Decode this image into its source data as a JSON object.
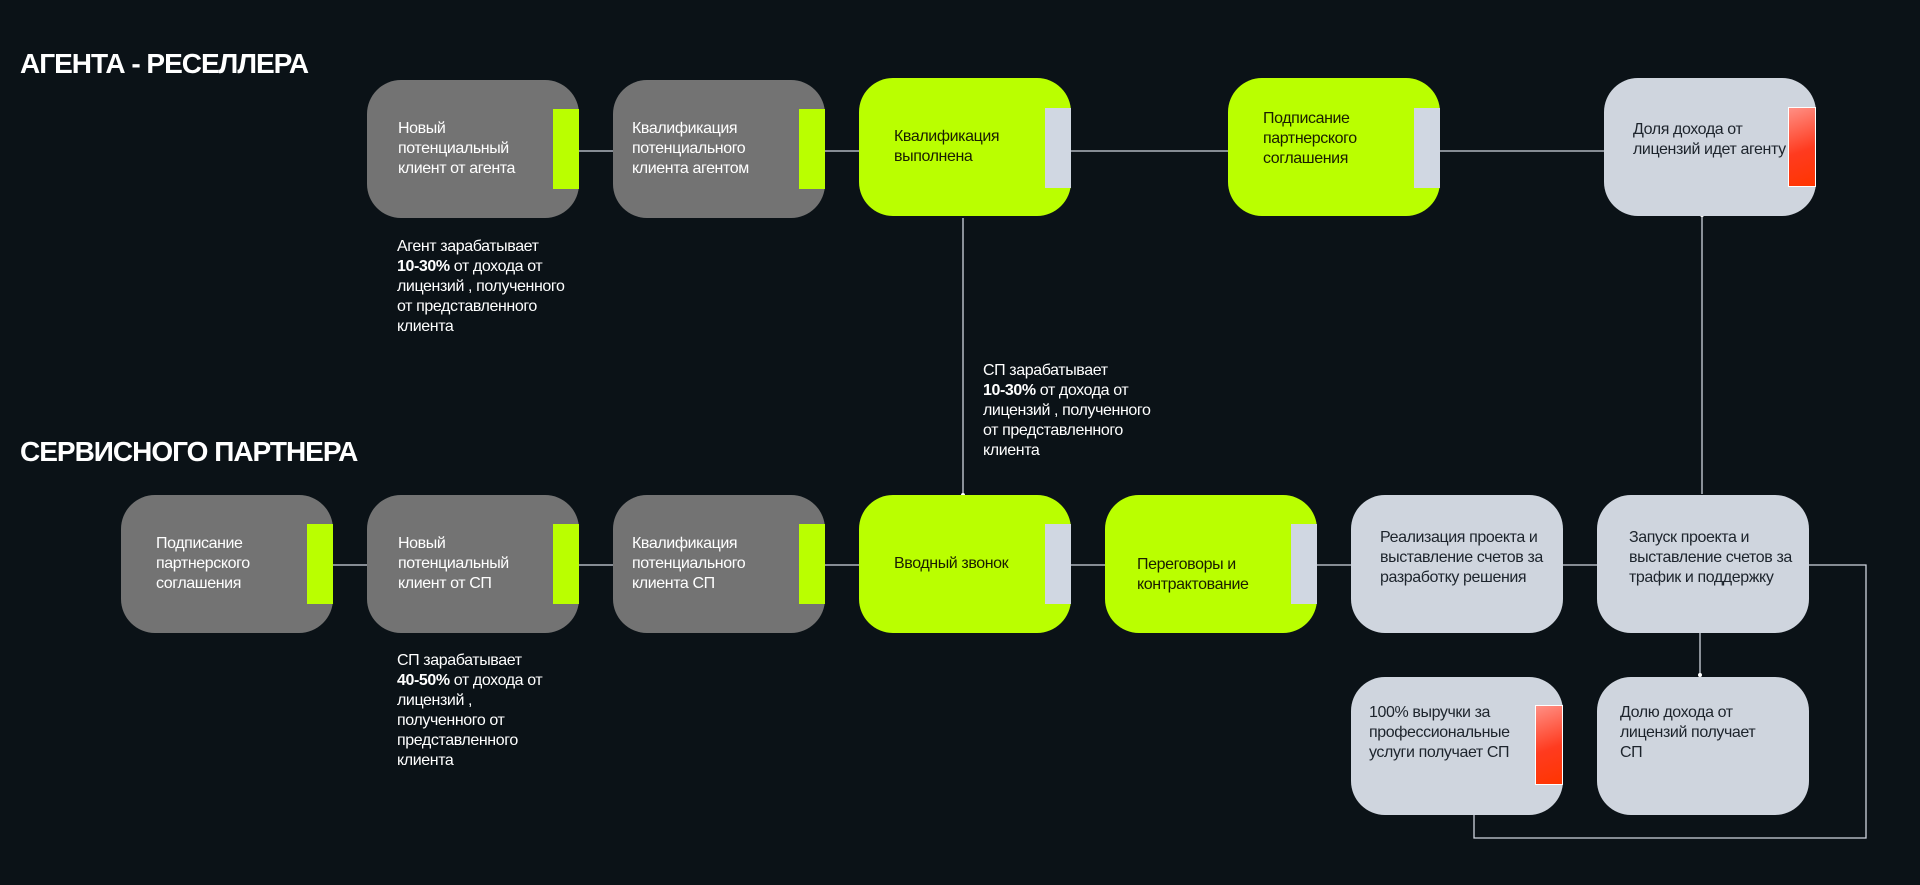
{
  "sections": {
    "agent_title": "АГЕНТА - РЕСЕЛЛЕРА",
    "partner_title": "СЕРВИСНОГО ПАРТНЕРА"
  },
  "agent_flow": {
    "new_client": "Новый потенциальный клиент от агента",
    "qualification": "Квалификация потенциального клиента агентом",
    "qualified": "Квалификация выполнена",
    "signing": "Подписание партнерского соглашения",
    "revenue_share": "Доля дохода от лицензий идет агенту"
  },
  "partner_flow": {
    "signing": "Подписание партнерского соглашения",
    "new_client": "Новый потенциальный клиент от СП",
    "qualification": "Квалификация потенциального клиента СП",
    "intro_call": "Вводный звонок",
    "negotiation": "Переговоры и контрактование",
    "implementation": "Реализация проекта и выставление счетов за разработку решения",
    "launch": "Запуск проекта и выставление счетов за трафик и поддержку",
    "services_revenue": "100% выручки за профессиональные услуги получает СП",
    "license_share": "Долю дохода от лицензий получает СП"
  },
  "notes": {
    "agent": {
      "prefix": "Агент зарабатывает",
      "percent": "10-30%",
      "rest": "от дохода от лицензий , полученного от представленного клиента"
    },
    "middle": {
      "prefix": "СП зарабатывает",
      "percent": "10-30%",
      "rest": "от дохода от лицензий , полученного от представленного клиента"
    },
    "partner": {
      "prefix": "СП зарабатывает",
      "percent": "40-50%",
      "rest": "от дохода от лицензий , полученного от представленного клиента"
    }
  },
  "colors": {
    "background": "#0b1217",
    "lime": "#baff00",
    "gray": "#737373",
    "light": "#cfd5de",
    "accent_red": "#ff3b1f"
  }
}
